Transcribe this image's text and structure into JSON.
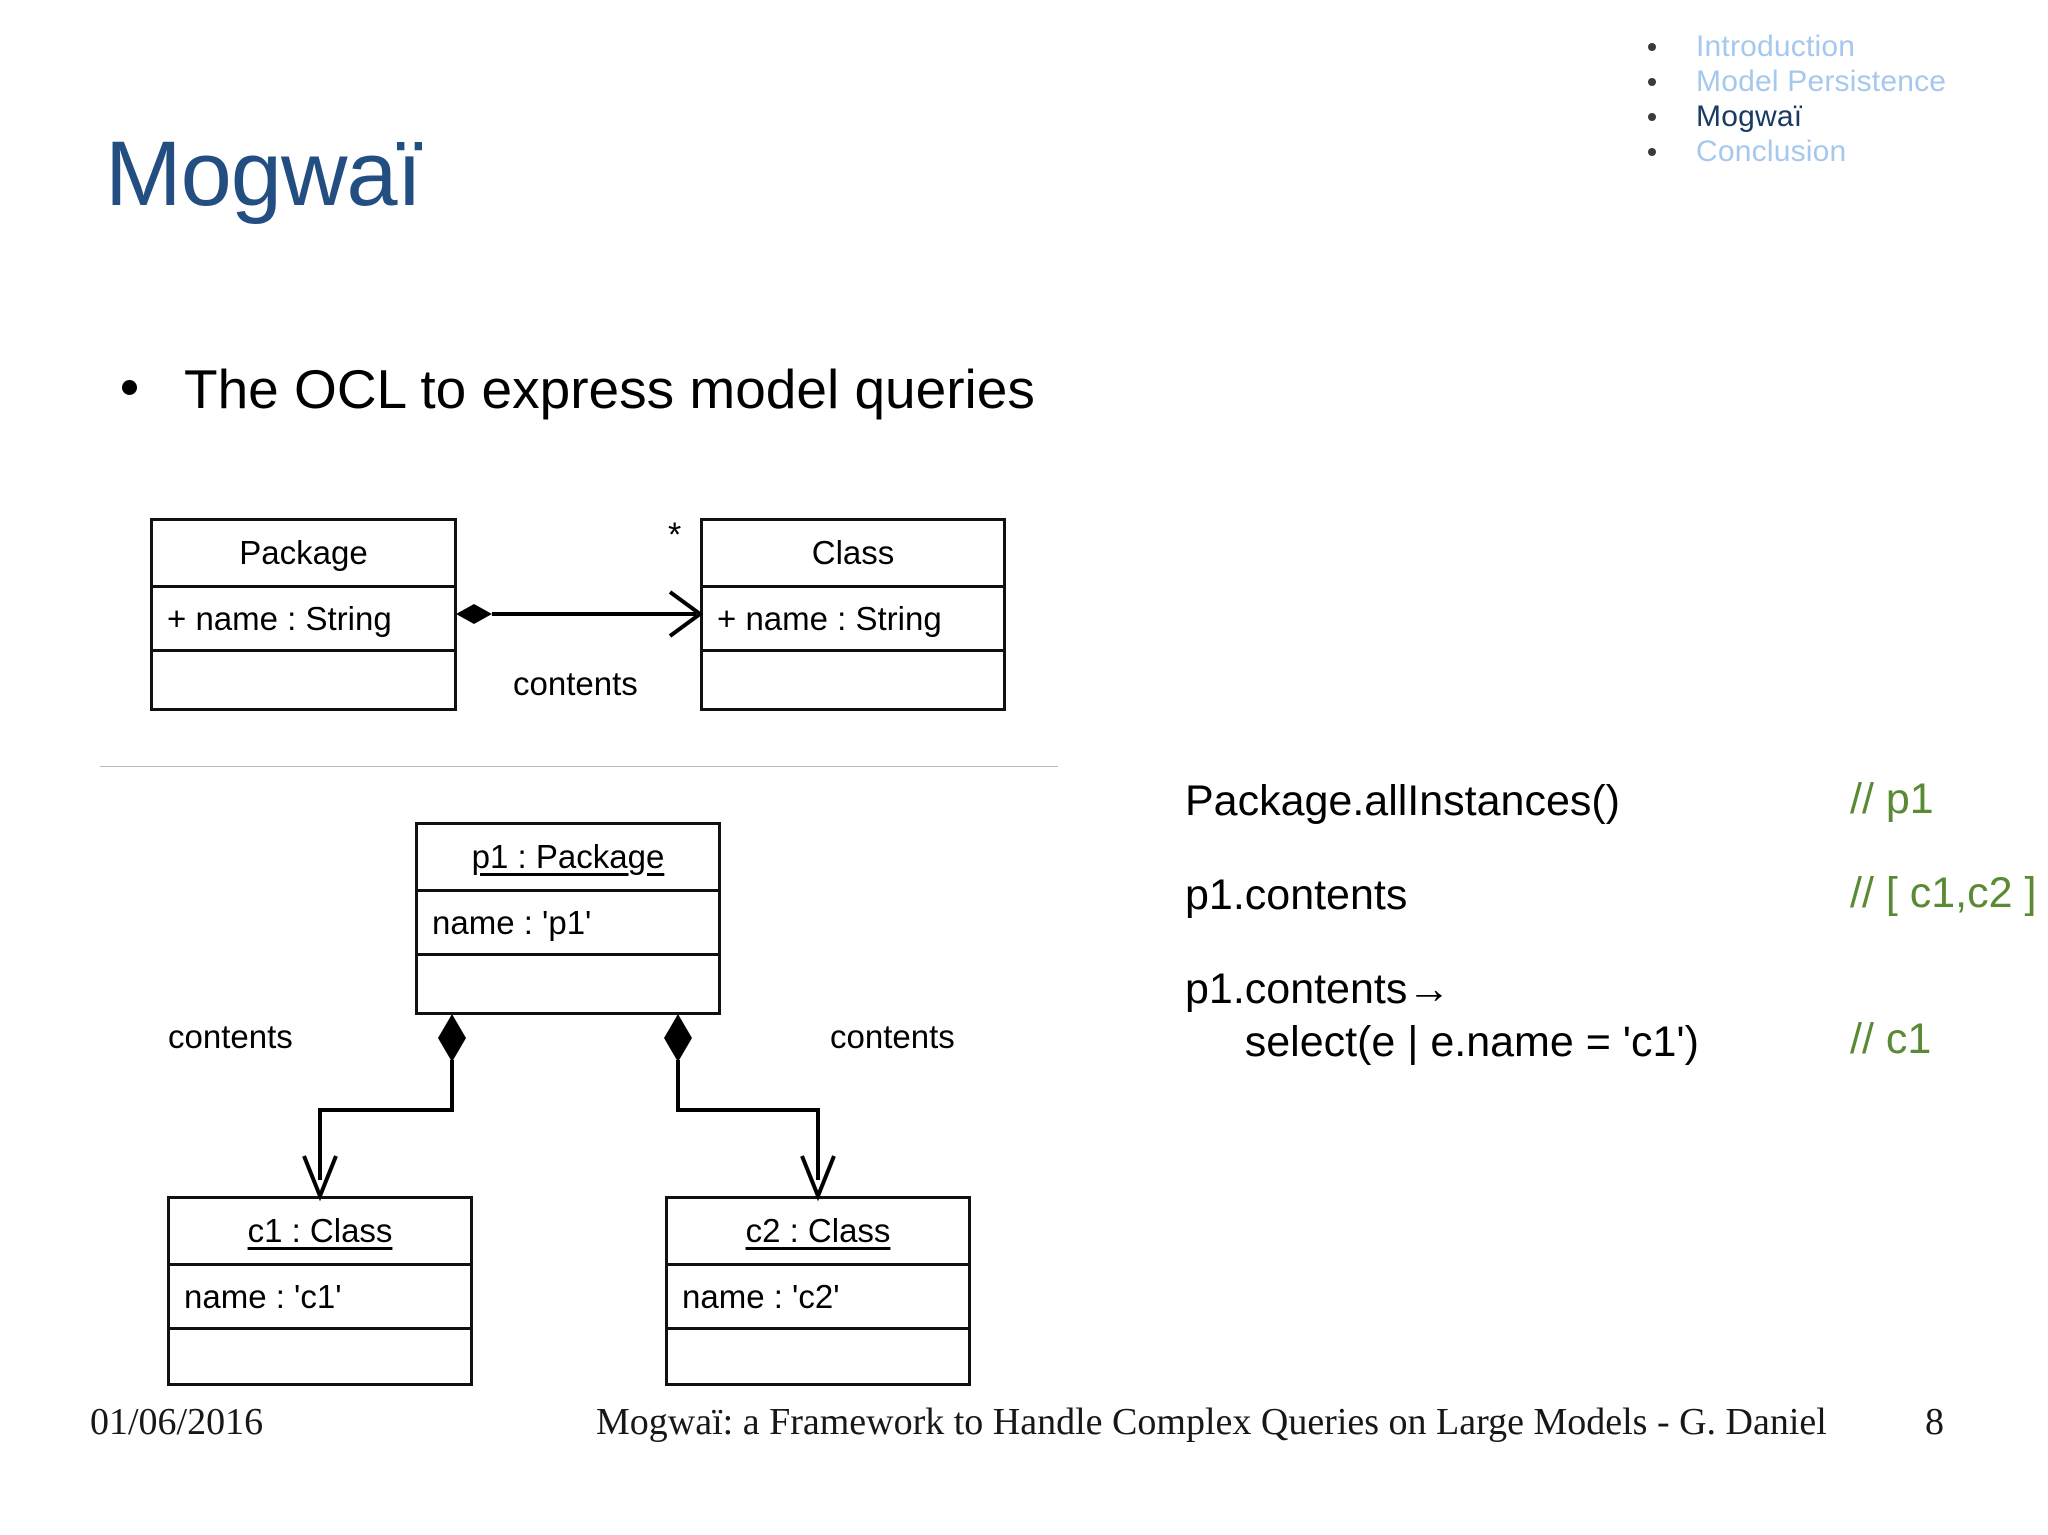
{
  "nav": {
    "items": [
      {
        "label": "Introduction",
        "active": false
      },
      {
        "label": "Model Persistence",
        "active": false
      },
      {
        "label": "Mogwaï",
        "active": true
      },
      {
        "label": "Conclusion",
        "active": false
      }
    ]
  },
  "title": "Mogwaï",
  "bullet": {
    "text": "The OCL to express model queries"
  },
  "class_diagram": {
    "package_box": {
      "name": "Package",
      "attribute": "+ name : String",
      "operations": ""
    },
    "class_box": {
      "name": "Class",
      "attribute": "+ name : String",
      "operations": ""
    },
    "association_label": "contents",
    "multiplicity": "*"
  },
  "object_diagram": {
    "root": {
      "header": "p1 : Package",
      "slot": "name : 'p1'",
      "empty": ""
    },
    "children": [
      {
        "header": "c1 : Class",
        "slot": "name : 'c1'",
        "empty": ""
      },
      {
        "header": "c2 : Class",
        "slot": "name : 'c2'",
        "empty": ""
      }
    ],
    "link_label_left": "contents",
    "link_label_right": "contents"
  },
  "ocl": {
    "rows": [
      {
        "expr": "Package.allInstances()",
        "comment": "// p1"
      },
      {
        "expr": "p1.contents",
        "comment": "// [ c1,c2 ]"
      },
      {
        "expr": "p1.contents→\n     select(e | e.name = 'c1')",
        "comment": "// c1"
      }
    ]
  },
  "footer": {
    "date": "01/06/2016",
    "center": "Mogwaï: a Framework to Handle Complex Queries on Large Models - G. Daniel",
    "page": "8"
  },
  "colors": {
    "title": "#234e82",
    "nav_inactive": "#a6c8ee",
    "nav_active": "#1b3a63",
    "comment_green": "#5a8a33",
    "divider": "#b9b6bd"
  }
}
